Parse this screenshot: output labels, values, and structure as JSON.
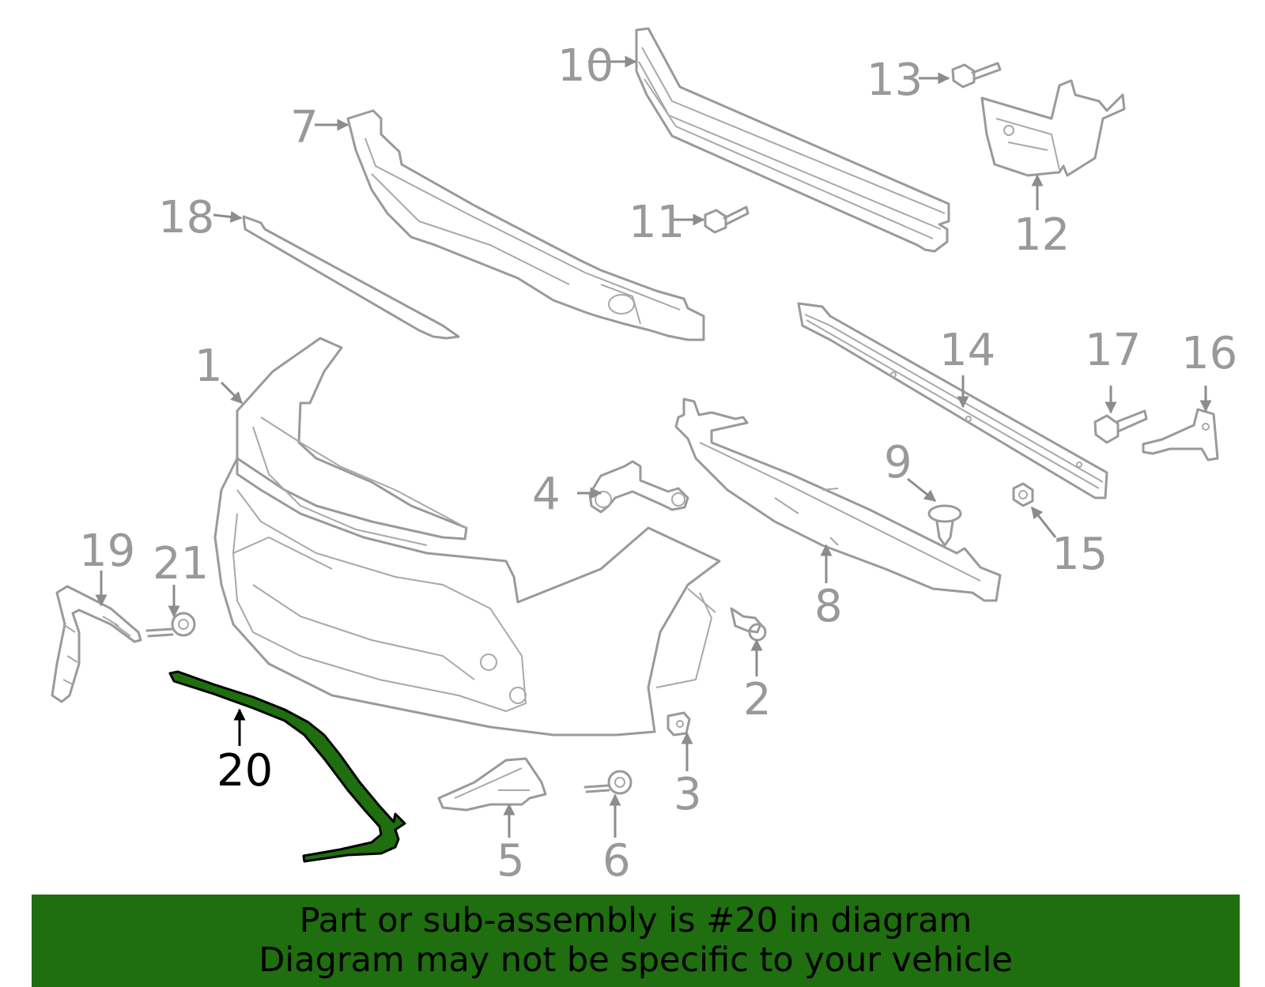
{
  "highlight_color": "#1f6e0f",
  "callouts": {
    "c1": "1",
    "c2": "2",
    "c3": "3",
    "c4": "4",
    "c5": "5",
    "c6": "6",
    "c7": "7",
    "c8": "8",
    "c9": "9",
    "c10": "10",
    "c11": "11",
    "c12": "12",
    "c13": "13",
    "c14": "14",
    "c15": "15",
    "c16": "16",
    "c17": "17",
    "c18": "18",
    "c19": "19",
    "c20": "20",
    "c21": "21"
  },
  "banner": {
    "line1": "Part or sub-assembly is #20 in diagram",
    "line2": "Diagram may not be specific to your vehicle"
  }
}
